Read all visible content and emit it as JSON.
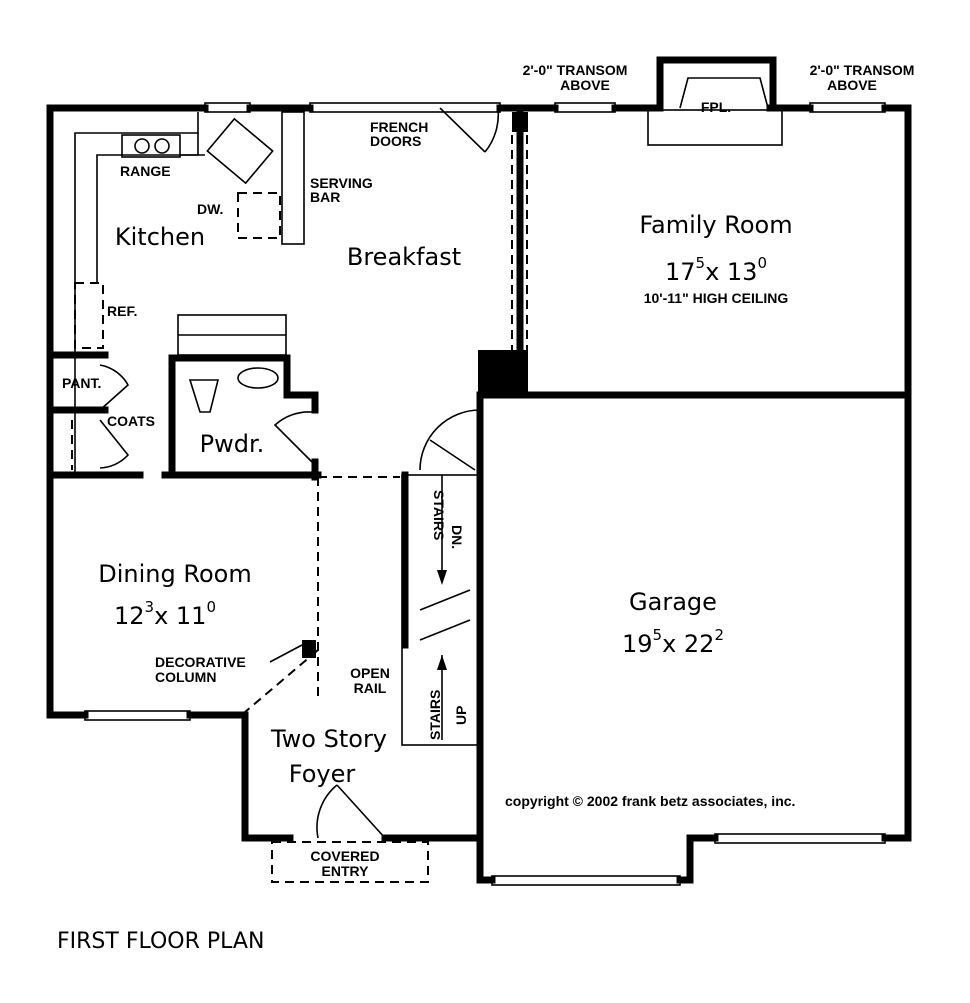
{
  "plan": {
    "title": "FIRST FLOOR PLAN",
    "copyright": "copyright © 2002 frank betz associates, inc."
  },
  "rooms": {
    "kitchen": {
      "name": "Kitchen"
    },
    "breakfast": {
      "name": "Breakfast"
    },
    "family_room": {
      "name": "Family Room",
      "dim_a": "17",
      "dim_a_sup": "5",
      "dim_b": "x 13",
      "dim_b_sup": "0",
      "note": "10'-11\" HIGH CEILING"
    },
    "powder": {
      "name": "Pwdr."
    },
    "dining_room": {
      "name": "Dining Room",
      "dim_a": "12",
      "dim_a_sup": "3",
      "dim_b": "x 11",
      "dim_b_sup": "0"
    },
    "garage": {
      "name": "Garage",
      "dim_a": "19",
      "dim_a_sup": "5",
      "dim_b": "x 22",
      "dim_b_sup": "2"
    },
    "foyer": {
      "line1": "Two Story",
      "line2": "Foyer"
    }
  },
  "labels": {
    "transom_left_1": "2'-0\" TRANSOM",
    "transom_left_2": "ABOVE",
    "transom_right_1": "2'-0\" TRANSOM",
    "transom_right_2": "ABOVE",
    "fireplace": "FPL.",
    "french_doors_1": "FRENCH",
    "french_doors_2": "DOORS",
    "range": "RANGE",
    "serving_bar_1": "SERVING",
    "serving_bar_2": "BAR",
    "dishwasher": "DW.",
    "refrigerator": "REF.",
    "pantry": "PANT.",
    "coats": "COATS",
    "stairs_down": "STAIRS",
    "stairs_down_dir": "DN.",
    "stairs_up": "STAIRS",
    "stairs_up_dir": "UP",
    "open_rail_1": "OPEN",
    "open_rail_2": "RAIL",
    "decorative_column_1": "DECORATIVE",
    "decorative_column_2": "COLUMN",
    "covered_entry_1": "COVERED",
    "covered_entry_2": "ENTRY"
  }
}
